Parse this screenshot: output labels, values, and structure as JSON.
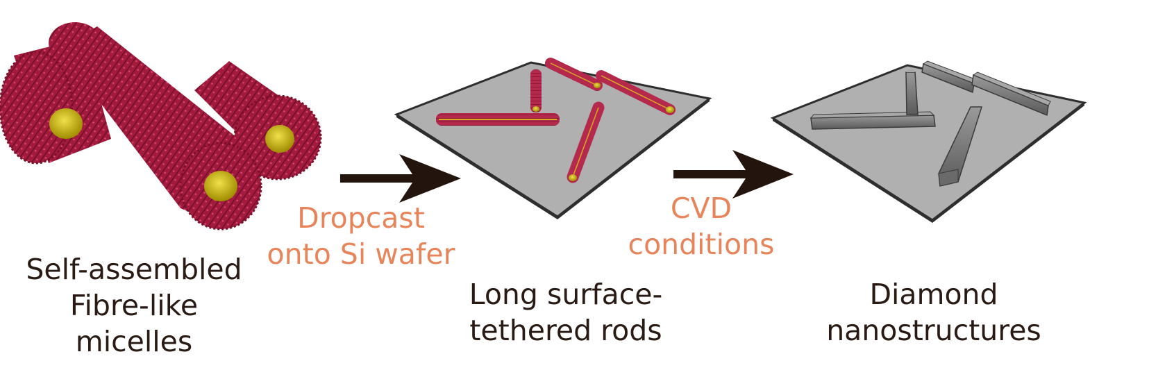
{
  "colors": {
    "micelle_corona": "#a31a3f",
    "micelle_core": "#c9b400",
    "wafer": "#b0b0b0",
    "wafer_edge": "#2e2e2e",
    "diamond": "#707070",
    "arrow": "#24140e",
    "caption_text": "#2a1a14",
    "step_text": "#e8845a"
  },
  "stages": {
    "micelles": {
      "lines": [
        "Self-assembled",
        "Fibre-like",
        "micelles"
      ]
    },
    "rods": {
      "lines": [
        "Long surface-",
        "tethered rods"
      ]
    },
    "diamond": {
      "lines": [
        "Diamond",
        "nanostructures"
      ]
    }
  },
  "steps": {
    "dropcast": {
      "lines": [
        "Dropcast",
        "onto Si wafer"
      ]
    },
    "cvd": {
      "lines": [
        "CVD",
        "conditions"
      ]
    }
  }
}
